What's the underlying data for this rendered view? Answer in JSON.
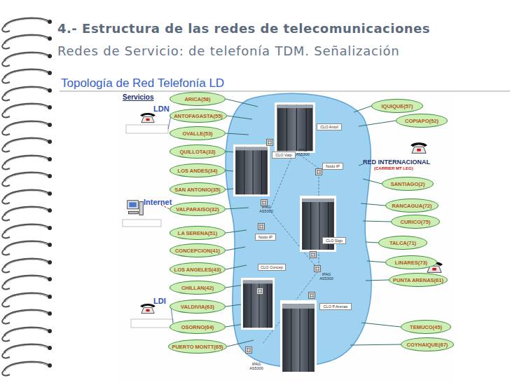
{
  "diagram": {
    "title": "4.- Estructura de las redes de telecomunicaciones",
    "nodes": [
      {
        "text": [
          "ARICA(58)"
        ]
      },
      {
        "text": [
          "ANTOFAGASTA(55)"
        ]
      },
      {
        "text": [
          "OVALLE(53)"
        ]
      },
      {
        "text": [
          "QUILLOTA(33)"
        ]
      },
      {
        "text": [
          "LOS ANDES(34)"
        ]
      },
      {
        "text": [
          "SAN ANTONIO(35)"
        ]
      },
      {
        "text": [
          "VALPARAISO(32)"
        ]
      },
      {
        "text": [
          "LA SERENA(51)"
        ]
      },
      {
        "text": [
          "CONCEPCION(41)"
        ]
      },
      {
        "text": [
          "LOS ANGELES(43)"
        ]
      },
      {
        "text": [
          "CHILLAN(42)"
        ]
      },
      {
        "text": [
          "VALDIVIA(63)"
        ]
      },
      {
        "text": [
          "OSORNO(64)"
        ]
      },
      {
        "text": [
          "PUERTO MONTT(65)"
        ]
      },
      {
        "text": [
          "IQUIQUE(57)"
        ]
      },
      {
        "text": [
          "COPIAPO(52)"
        ]
      },
      {
        "text": [
          "SANTIAGO(2)"
        ]
      },
      {
        "text": [
          "RANCAGUA(72)"
        ]
      },
      {
        "text": [
          "CURICO(75)"
        ]
      },
      {
        "text": [
          "TALCA(71)"
        ]
      },
      {
        "text": [
          "LINARES(73)"
        ]
      },
      {
        "text": [
          "PUNTA ARENAS(61)"
        ]
      },
      {
        "text": [
          "TEMUCO(45)"
        ]
      },
      {
        "text": [
          "COYHAIQUE(67)"
        ]
      },
      {
        "text": [
          "CLO Antof"
        ]
      },
      {
        "text": [
          "CLO Valp"
        ]
      },
      {
        "text": [
          "Nodo IP"
        ]
      },
      {
        "text": [
          "Nodo IP"
        ]
      },
      {
        "text": [
          "CLO Stgo"
        ]
      },
      {
        "text": [
          "CLO Concep"
        ]
      },
      {
        "text": [
          "CLO P.Arenas"
        ]
      }
    ],
    "labels": [
      "Redes de Servicio: de telefonía TDM. Señalización",
      "Topología de Red Telefonía LD",
      "Servicios",
      "LDN",
      "Internet",
      "LDI",
      "RED INTERNACIONAL",
      "(CARRIER MT LEG)",
      "IPAG AS5300",
      "IPAG AS5300",
      "IPAG AS5300",
      "IPAG AS5300"
    ]
  }
}
